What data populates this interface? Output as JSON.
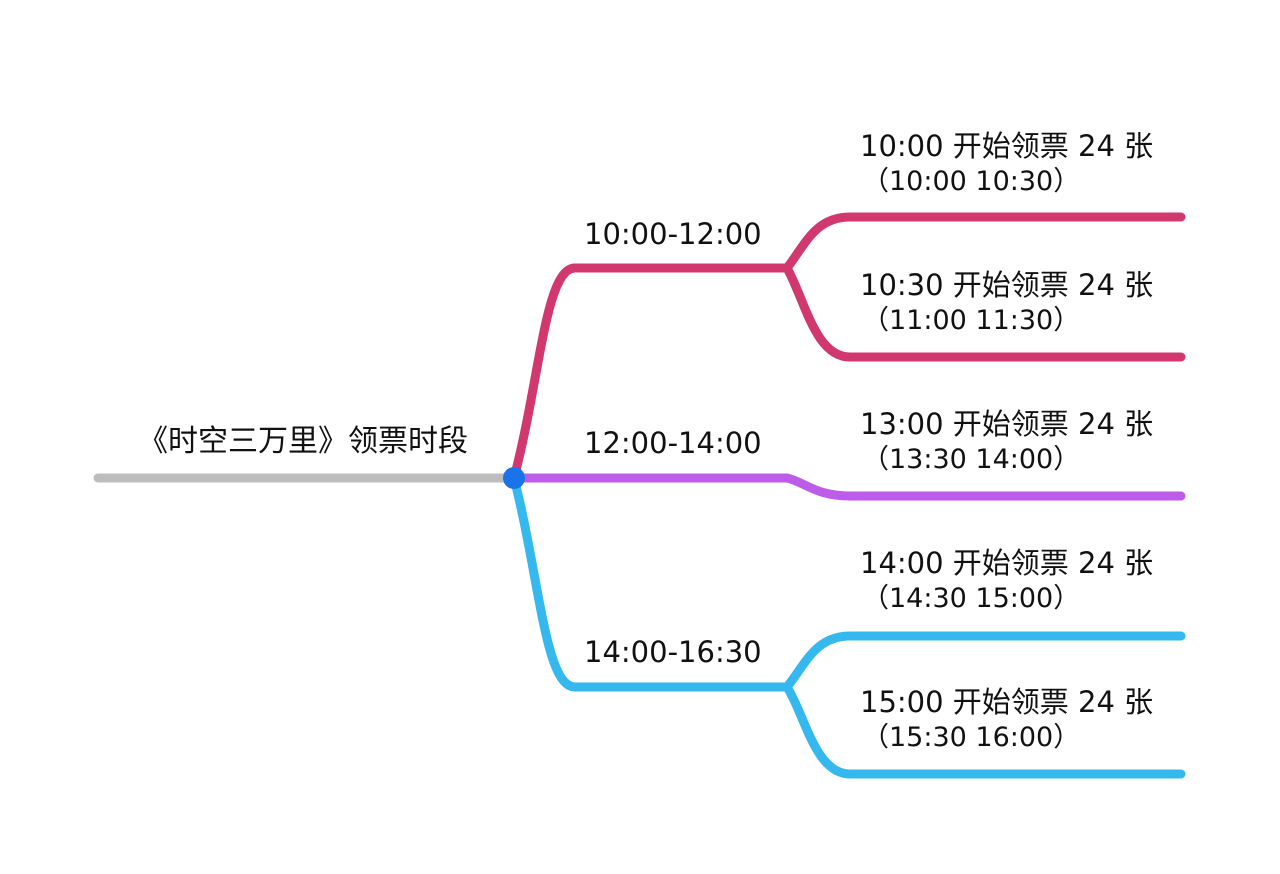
{
  "colors": {
    "root": "#bdbdbd",
    "node_dot": "#1a73e8",
    "branch_1": "#d0386e",
    "branch_2": "#bd5ce8",
    "branch_3": "#34b8ee"
  },
  "root": {
    "label": "《时空三万里》领票时段"
  },
  "branches": [
    {
      "label": "10:00-12:00",
      "leaves": [
        {
          "line1": "10:00 开始领票 24 张",
          "line2": "（10:00   10:30）"
        },
        {
          "line1": "10:30 开始领票 24 张",
          "line2": "（11:00   11:30）"
        }
      ]
    },
    {
      "label": "12:00-14:00",
      "leaves": [
        {
          "line1": "13:00 开始领票 24 张",
          "line2": "（13:30   14:00）"
        }
      ]
    },
    {
      "label": "14:00-16:30",
      "leaves": [
        {
          "line1": "14:00 开始领票 24 张",
          "line2": "（14:30   15:00）"
        },
        {
          "line1": "15:00 开始领票 24 张",
          "line2": "（15:30   16:00）"
        }
      ]
    }
  ]
}
